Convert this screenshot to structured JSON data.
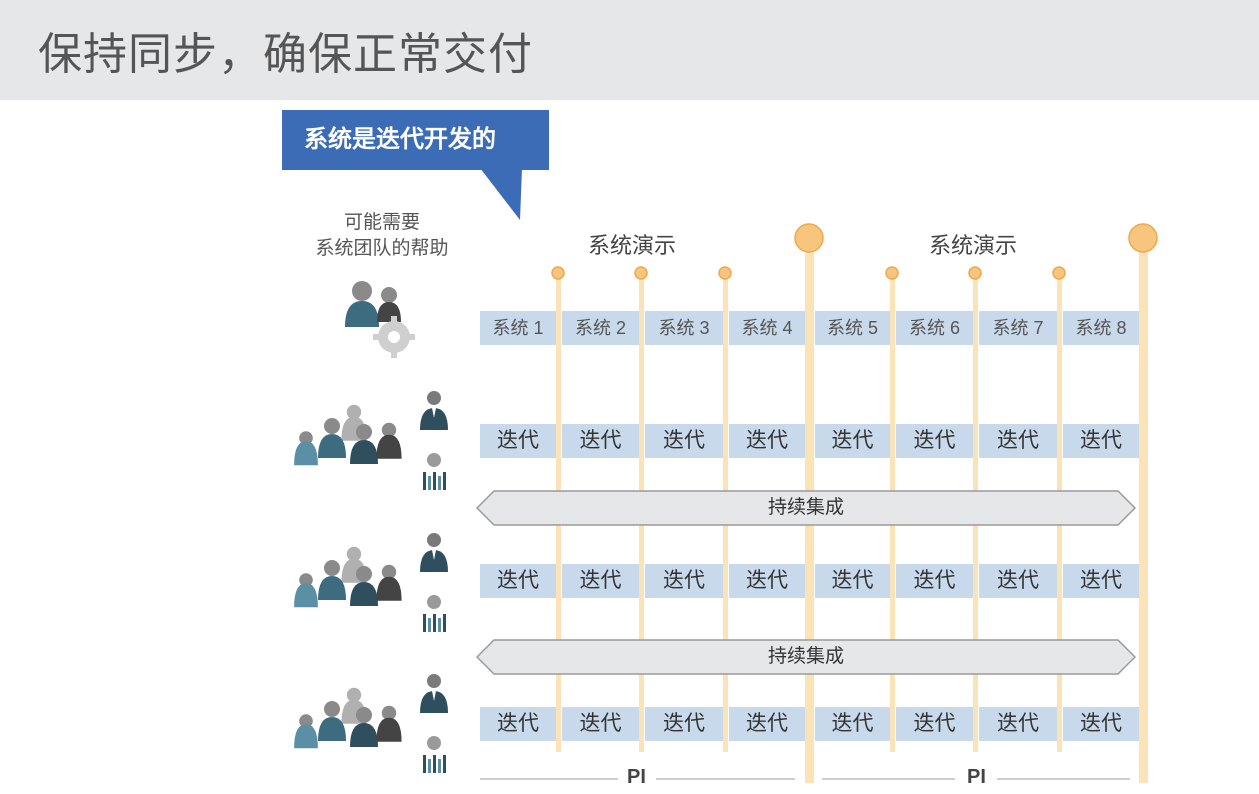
{
  "title": "保持同步，确保正常交付",
  "callout": "系统是迭代开发的",
  "note_lines": [
    "可能需要",
    "系统团队的帮助"
  ],
  "system_demo_label": "系统演示",
  "systems": [
    "系统 1",
    "系统 2",
    "系统 3",
    "系统 4",
    "系统 5",
    "系统 6",
    "系统 7",
    "系统 8"
  ],
  "iteration_label": "迭代",
  "ci_label": "持续集成",
  "pi_label": "PI",
  "colors": {
    "accent": "#3b6cb5",
    "cell": "#c9d9ec",
    "timeline": "#fbe3b8",
    "milestone": "#f7c57e"
  }
}
